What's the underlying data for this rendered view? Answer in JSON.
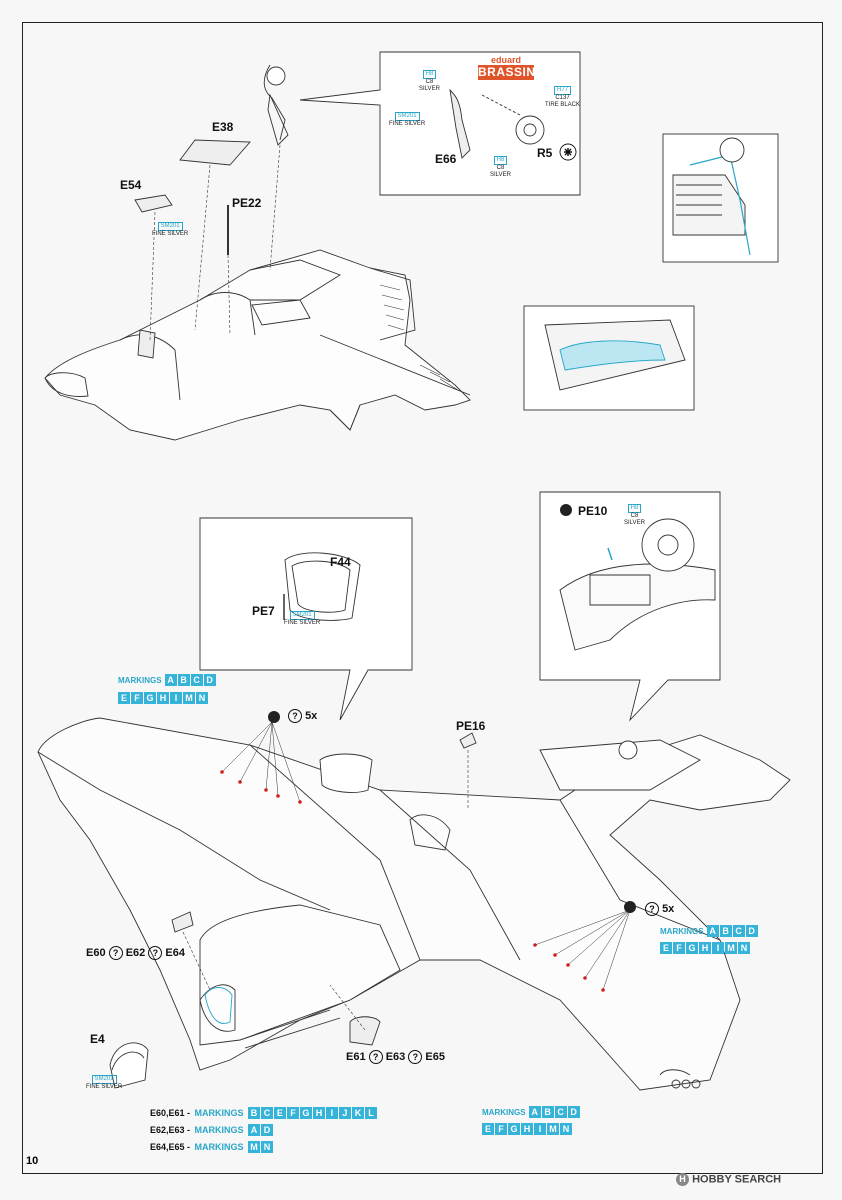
{
  "page_number": "10",
  "watermark": "HOBBY SEARCH",
  "watermark_icon": "H",
  "brassin": {
    "brand": "eduard",
    "name": "BRASSIN"
  },
  "parts": {
    "e38": "E38",
    "e54": "E54",
    "pe22": "PE22",
    "e66": "E66",
    "r5": "R5",
    "f44": "F44",
    "pe7": "PE7",
    "pe10": "PE10",
    "pe16": "PE16",
    "e4": "E4"
  },
  "paints": {
    "sm201_a": {
      "code": "SM201",
      "name": "FINE SILVER"
    },
    "h8_top": {
      "code": "H8",
      "ref": "C8",
      "name": "SILVER"
    },
    "sm201_b": {
      "code": "SM201",
      "name": "FINE SILVER"
    },
    "h77": {
      "code": "H77",
      "ref": "C137",
      "name": "TIRE BLACK"
    },
    "h8_bot": {
      "code": "H8",
      "ref": "C8",
      "name": "SILVER"
    },
    "sm201_c": {
      "code": "SM201",
      "name": "FINE SILVER"
    },
    "h8_pe10": {
      "code": "H8",
      "ref": "C8",
      "name": "SILVER"
    },
    "sm201_e4": {
      "code": "SM201",
      "name": "FINE SILVER"
    }
  },
  "sequence": {
    "upper_count": "5x",
    "lower_count": "5x",
    "e60": "E60",
    "e62": "E62",
    "e64": "E64",
    "e61": "E61",
    "e63": "E63",
    "e65": "E65",
    "q": "?"
  },
  "markings_label": "MARKINGS",
  "markings_top": {
    "row1": [
      "A",
      "B",
      "C",
      "D"
    ],
    "row2": [
      "E",
      "F",
      "G",
      "H",
      "I",
      "M",
      "N"
    ]
  },
  "markings_right": {
    "row1": [
      "A",
      "B",
      "C",
      "D"
    ],
    "row2": [
      "E",
      "F",
      "G",
      "H",
      "I",
      "M",
      "N"
    ]
  },
  "markings_bottom": {
    "row1": [
      "A",
      "B",
      "C",
      "D"
    ],
    "row2": [
      "E",
      "F",
      "G",
      "H",
      "I",
      "M",
      "N"
    ]
  },
  "legend": [
    {
      "parts": "E60,E61 -",
      "label": "MARKINGS",
      "letters": [
        "B",
        "C",
        "E",
        "F",
        "G",
        "H",
        "I",
        "J",
        "K",
        "L"
      ]
    },
    {
      "parts": "E62,E63 -",
      "label": "MARKINGS",
      "letters": [
        "A",
        "D"
      ]
    },
    {
      "parts": "E64,E65 -",
      "label": "MARKINGS",
      "letters": [
        "M",
        "N"
      ]
    }
  ],
  "colors": {
    "accent": "#29a6c9",
    "box": "#35b3d8",
    "brassin": "#e0542a"
  }
}
